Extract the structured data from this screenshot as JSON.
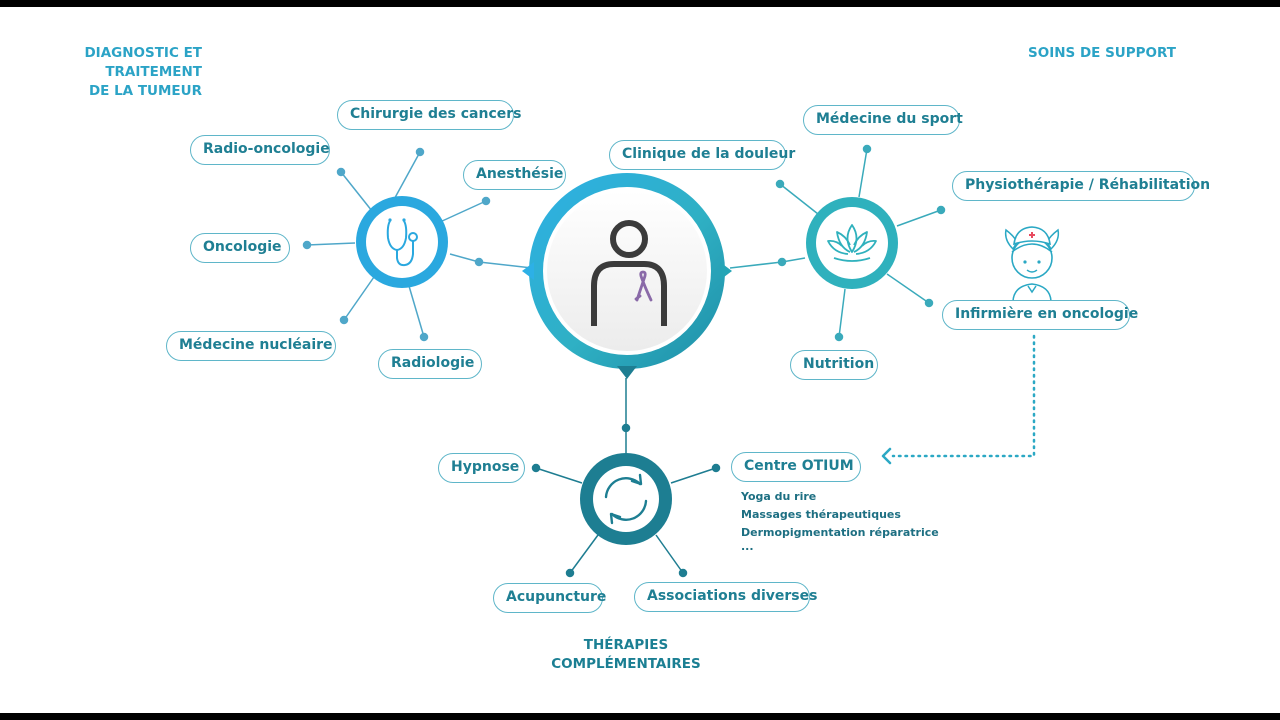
{
  "headings": {
    "diagnostic": [
      "DIAGNOSTIC ET",
      "TRAITEMENT",
      "DE LA TUMEUR"
    ],
    "support": [
      "SOINS DE SUPPORT"
    ],
    "complementary": [
      "THÉRAPIES",
      "COMPLÉMENTAIRES"
    ]
  },
  "diagnostic": {
    "hub_icon": "stethoscope-icon",
    "items": [
      "Chirurgie des cancers",
      "Radio-oncologie",
      "Anesthésie",
      "Oncologie",
      "Médecine nucléaire",
      "Radiologie"
    ]
  },
  "support": {
    "hub_icon": "lotus-icon",
    "items": [
      "Clinique de la douleur",
      "Médecine du sport",
      "Physiothérapie / Réhabilitation",
      "Infirmière en oncologie",
      "Nutrition"
    ],
    "nurse_icon": "nurse-icon"
  },
  "complementary": {
    "hub_icon": "cycle-arrows-icon",
    "items": [
      "Hypnose",
      "Centre OTIUM",
      "Acupuncture",
      "Associations diverses"
    ],
    "otium_list": [
      "Yoga du rire",
      "Massages thérapeutiques",
      "Dermopigmentation réparatrice",
      "..."
    ]
  },
  "center": {
    "icon": "patient-ribbon-icon"
  },
  "colors": {
    "teal": "#2fa6b8",
    "blue": "#29a9df",
    "dark_teal": "#1b7f93",
    "label_text": "#1f7f93",
    "ribbon": "#8a6aa8"
  }
}
